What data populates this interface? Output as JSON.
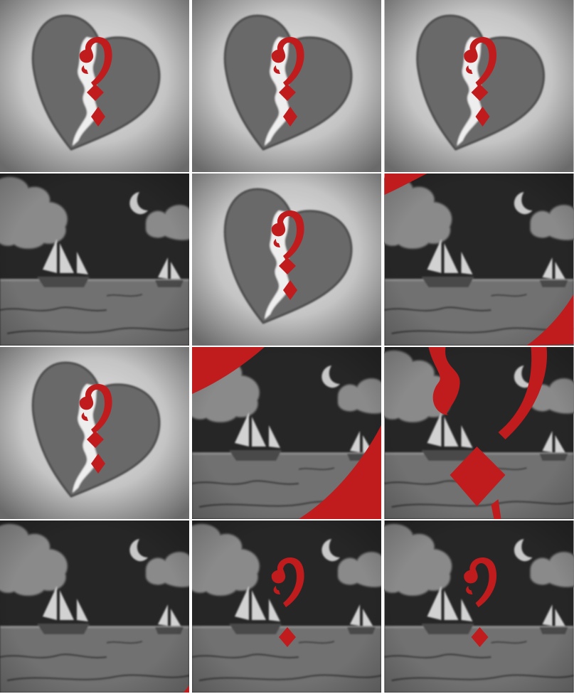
{
  "grid": {
    "columns": 3,
    "rows": 4
  },
  "colors": {
    "frame_bg": "#ffffff",
    "vignette_light": "#e4e4e4",
    "vignette_dark": "#6e6e6e",
    "heart_fill": "#6a6a6a",
    "heart_stroke": "#4e4e4e",
    "crack_fill": "#ededed",
    "symbol_red": "#c01c1e",
    "night_sky": "#262626",
    "cloud": "#8a8a8a",
    "moon": "#c8c8c8",
    "sea": "#717171",
    "wave": "#3e3e3e",
    "sail": "#d2d2d2",
    "hull": "#4a4a4a"
  },
  "tiles": [
    {
      "row": 1,
      "col": 1,
      "scene": "heart"
    },
    {
      "row": 1,
      "col": 2,
      "scene": "heart"
    },
    {
      "row": 1,
      "col": 3,
      "scene": "heart"
    },
    {
      "row": 2,
      "col": 1,
      "scene": "sea"
    },
    {
      "row": 2,
      "col": 2,
      "scene": "heart"
    },
    {
      "row": 2,
      "col": 3,
      "scene": "sea",
      "overlay": "red-ribbon-corners"
    },
    {
      "row": 3,
      "col": 1,
      "scene": "heart"
    },
    {
      "row": 3,
      "col": 2,
      "scene": "sea",
      "overlay": "red-ribbon-corners"
    },
    {
      "row": 3,
      "col": 3,
      "scene": "sea",
      "overlay": "red-symbol-large"
    },
    {
      "row": 4,
      "col": 1,
      "scene": "sea",
      "overlay": "red-ribbon-tip"
    },
    {
      "row": 4,
      "col": 2,
      "scene": "sea",
      "overlay": "red-symbol-small"
    },
    {
      "row": 4,
      "col": 3,
      "scene": "sea",
      "overlay": "red-symbol-small"
    }
  ]
}
